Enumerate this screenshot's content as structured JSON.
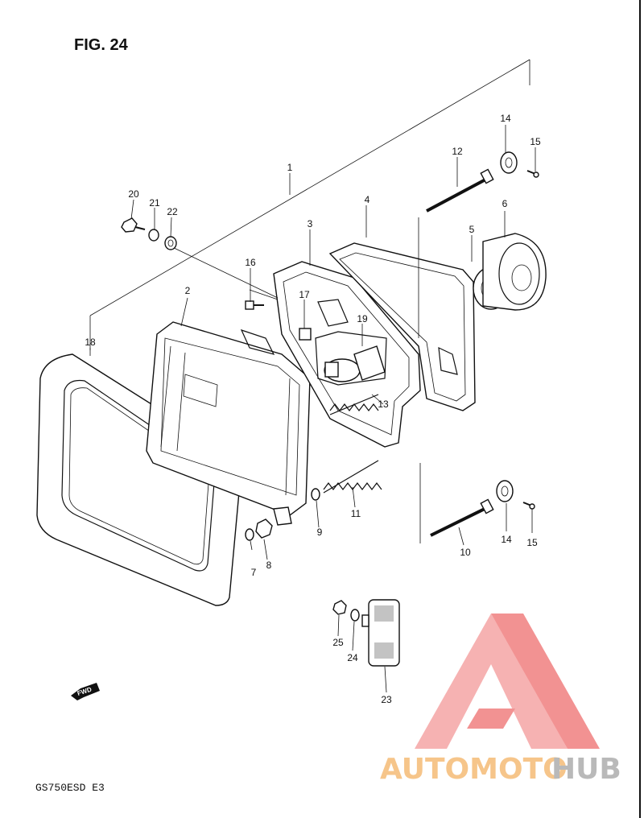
{
  "figure": {
    "title": "FIG. 24",
    "model_code": "GS750ESD  E3",
    "fwd_label": "FWD"
  },
  "callouts": [
    {
      "id": "c1",
      "label": "1"
    },
    {
      "id": "c2",
      "label": "2"
    },
    {
      "id": "c3",
      "label": "3"
    },
    {
      "id": "c4",
      "label": "4"
    },
    {
      "id": "c5",
      "label": "5"
    },
    {
      "id": "c6",
      "label": "6"
    },
    {
      "id": "c7",
      "label": "7"
    },
    {
      "id": "c8",
      "label": "8"
    },
    {
      "id": "c9",
      "label": "9"
    },
    {
      "id": "c10",
      "label": "10"
    },
    {
      "id": "c11",
      "label": "11"
    },
    {
      "id": "c12",
      "label": "12"
    },
    {
      "id": "c13",
      "label": "13"
    },
    {
      "id": "c14a",
      "label": "14"
    },
    {
      "id": "c14b",
      "label": "14"
    },
    {
      "id": "c15a",
      "label": "15"
    },
    {
      "id": "c15b",
      "label": "15"
    },
    {
      "id": "c16",
      "label": "16"
    },
    {
      "id": "c17",
      "label": "17"
    },
    {
      "id": "c18",
      "label": "18"
    },
    {
      "id": "c19",
      "label": "19"
    },
    {
      "id": "c20",
      "label": "20"
    },
    {
      "id": "c21",
      "label": "21"
    },
    {
      "id": "c22",
      "label": "22"
    },
    {
      "id": "c23",
      "label": "23"
    },
    {
      "id": "c24",
      "label": "24"
    },
    {
      "id": "c25",
      "label": "25"
    }
  ],
  "watermark": {
    "text_part1": "AUTOMOTO",
    "text_part2": "HUB",
    "logo_color": "#f08080",
    "text_color_1": "#f6c58a",
    "text_color_2": "#b9b9b9"
  },
  "icons": [
    "fwd-arrow-icon",
    "triangle-logo-icon"
  ]
}
